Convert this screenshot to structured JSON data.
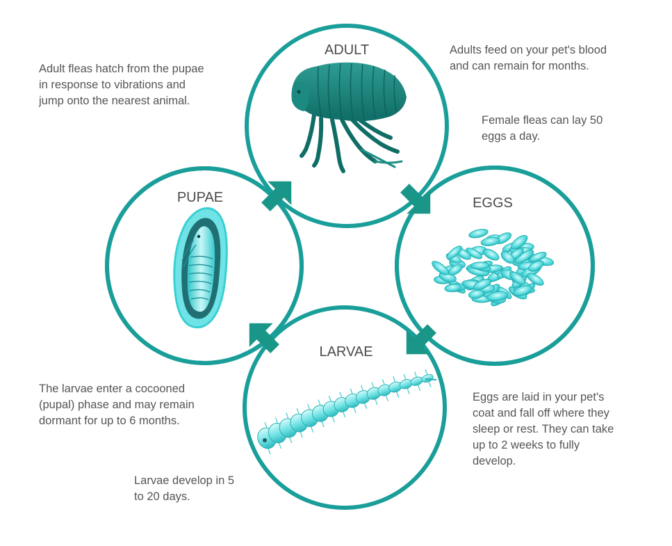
{
  "stages": {
    "adult": "ADULT",
    "eggs": "EGGS",
    "larvae": "LARVAE",
    "pupae": "PUPAE"
  },
  "notes": {
    "adults_feed": "Adults feed on your pet's blood\nand can remain for months.",
    "female_lay": "Female fleas can lay 50\neggs a day.",
    "eggs_laid": "Eggs are laid in your pet's\ncoat and fall off where they\nsleep or rest. They can take\nup to 2 weeks to fully\ndevelop.",
    "larvae_develop": "Larvae develop in 5\nto 20 days.",
    "larvae_cocoon": "The larvae enter a cocooned\n(pupal) phase and may remain\ndormant for up to 6 months.",
    "adult_hatch": "Adult fleas hatch from the pupae\nin response to vibrations and\njump onto the nearest animal."
  },
  "colors": {
    "ring": "#1a9e99",
    "arrow": "#1a9688",
    "flea_dark": "#137a72",
    "cyan_light": "#7fe8ea",
    "cyan_mid": "#3fd0d3",
    "text": "#555555",
    "label": "#4a4a4a"
  },
  "icons": [
    "flea-adult-icon",
    "flea-eggs-icon",
    "flea-larva-icon",
    "flea-pupa-icon"
  ]
}
